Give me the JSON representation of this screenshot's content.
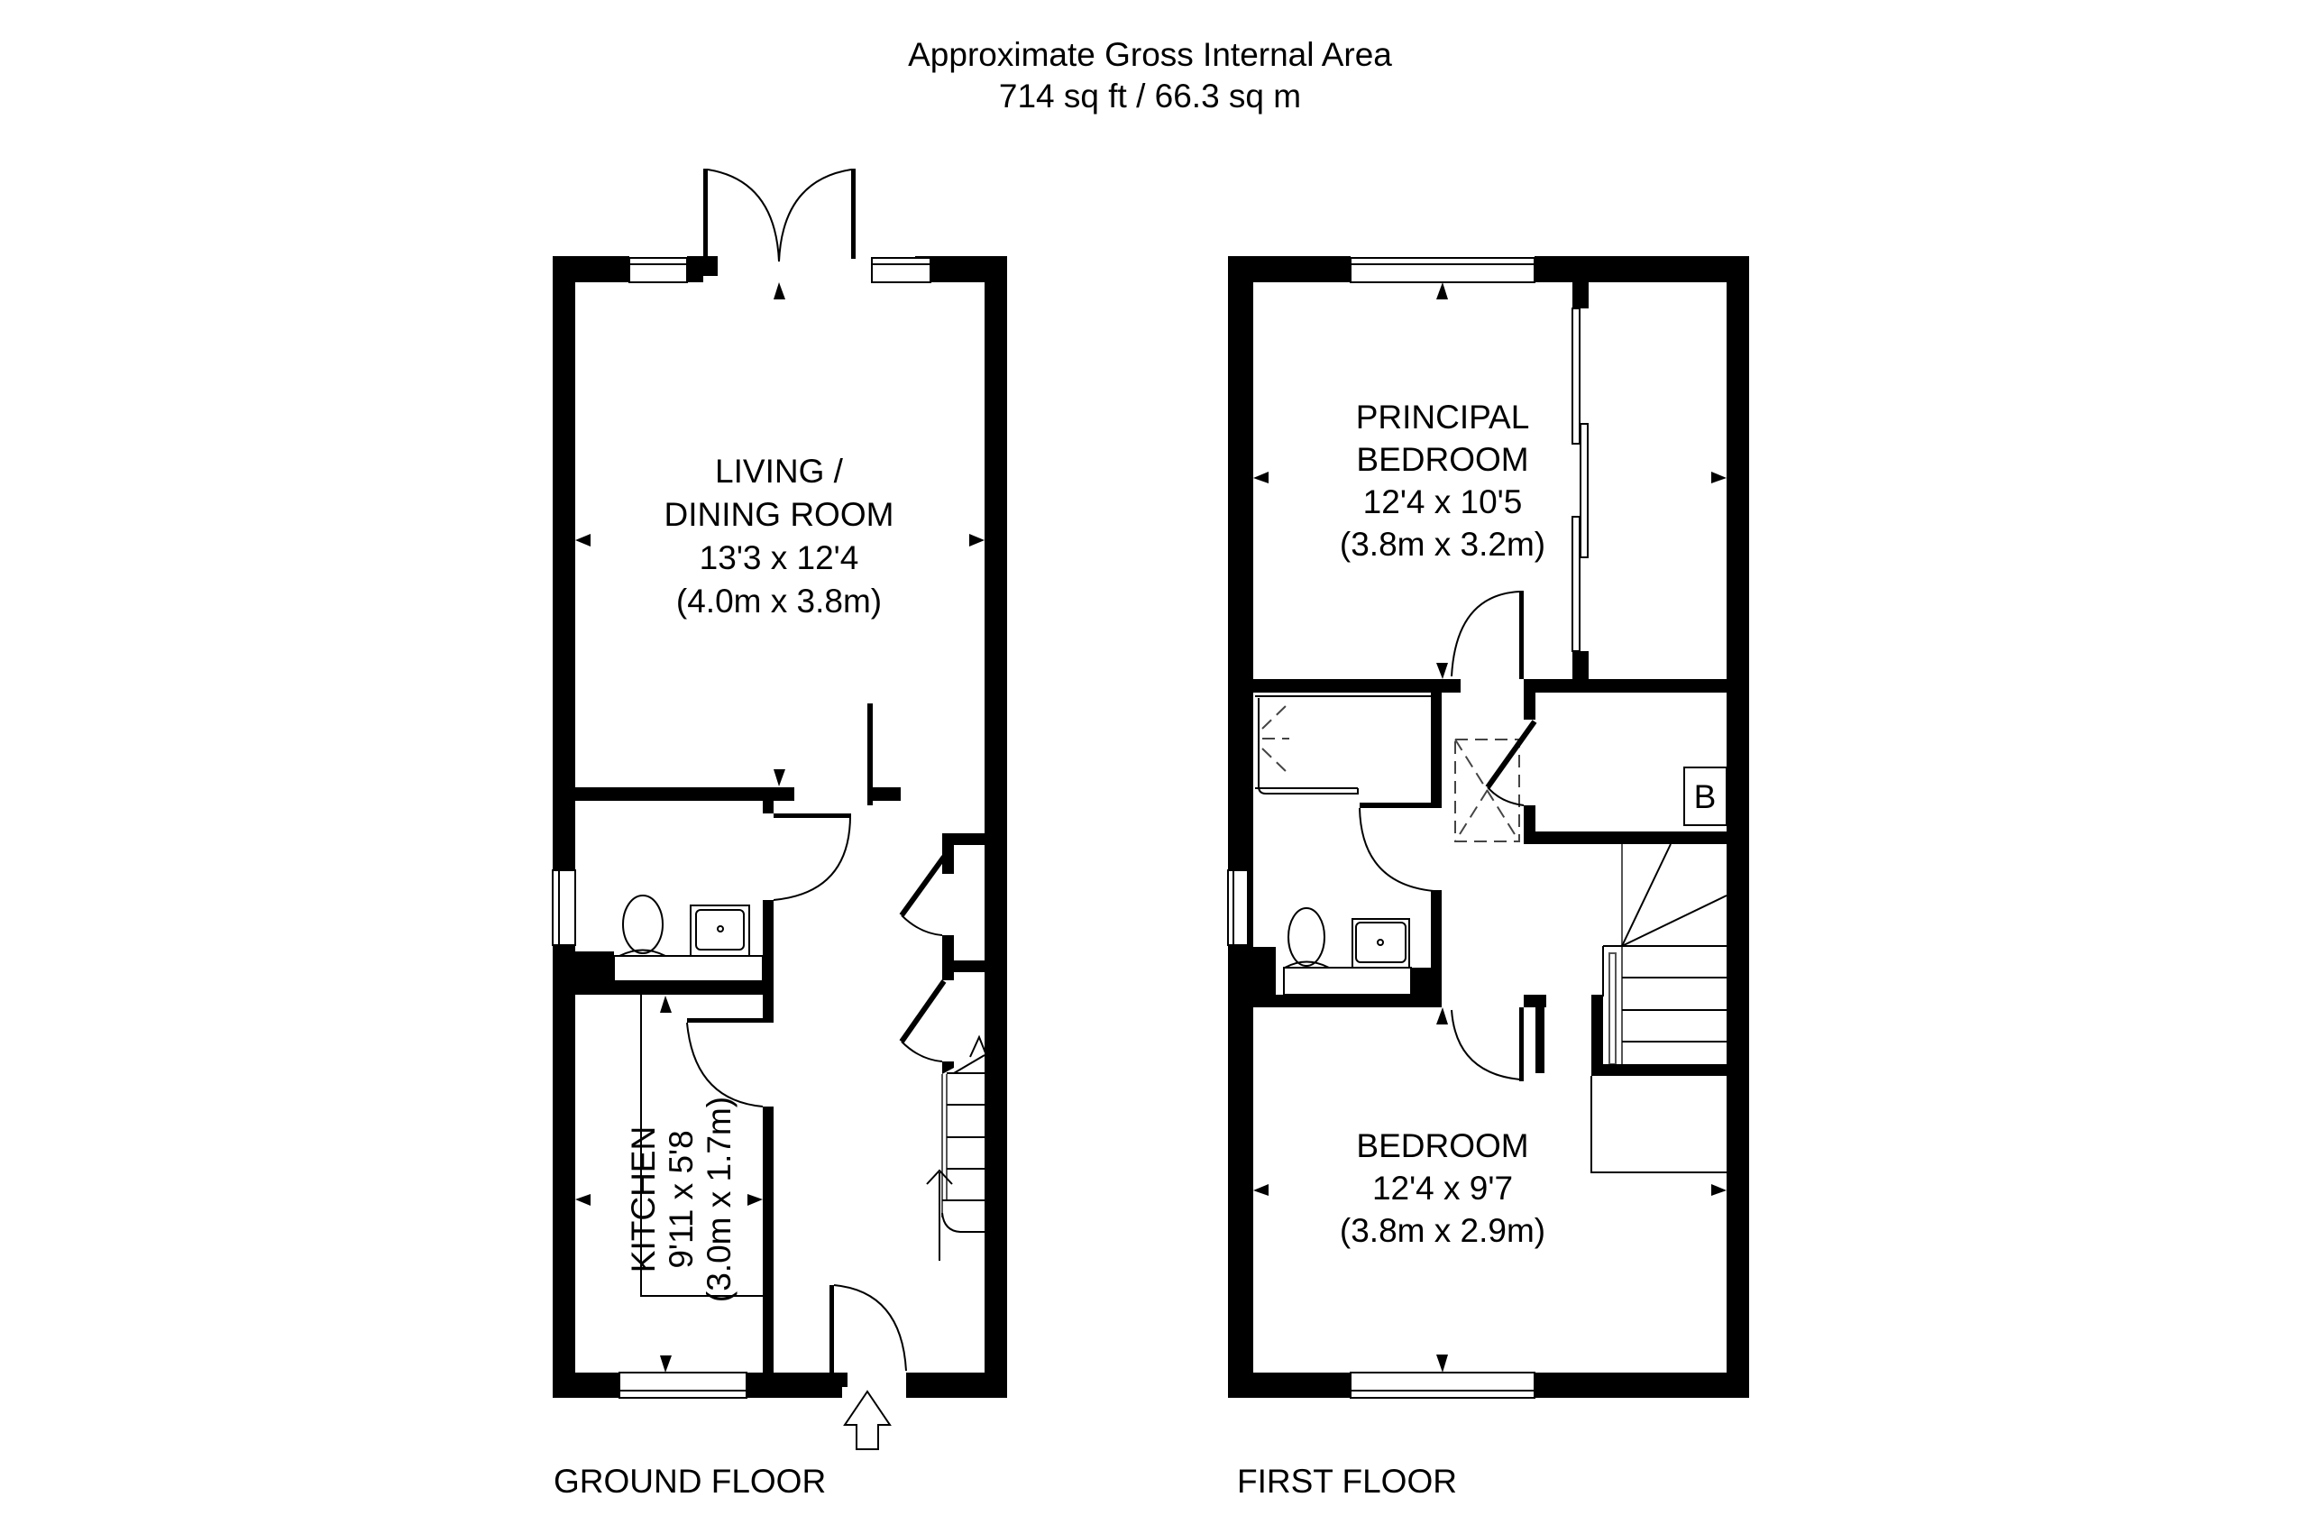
{
  "header": {
    "title": "Approximate Gross Internal Area",
    "area": "714 sq ft / 66.3 sq m"
  },
  "floors": [
    {
      "label": "GROUND FLOOR",
      "rooms": [
        {
          "name_lines": [
            "LIVING /",
            "DINING ROOM"
          ],
          "imperial": "13'3 x 12'4",
          "metric": "(4.0m x 3.8m)"
        },
        {
          "name_lines": [
            "KITCHEN"
          ],
          "imperial": "9'11 x 5'8",
          "metric": "(3.0m x 1.7m)"
        }
      ],
      "icons": [
        "entrance-arrow-icon",
        "stairs-up-arrow-icon",
        "toilet-icon",
        "sink-icon",
        "french-doors-icon"
      ]
    },
    {
      "label": "FIRST FLOOR",
      "rooms": [
        {
          "name_lines": [
            "PRINCIPAL",
            "BEDROOM"
          ],
          "imperial": "12'4 x 10'5",
          "metric": "(3.8m x 3.2m)"
        },
        {
          "name_lines": [
            "BEDROOM"
          ],
          "imperial": "12'4 x 9'7",
          "metric": "(3.8m x 2.9m)"
        }
      ],
      "boiler_label": "B",
      "icons": [
        "bath-icon",
        "toilet-icon",
        "sink-icon",
        "loft-hatch-icon",
        "boiler-icon"
      ]
    }
  ],
  "colors": {
    "wall": "#000000",
    "background": "#ffffff",
    "fixture_line": "#555555"
  }
}
